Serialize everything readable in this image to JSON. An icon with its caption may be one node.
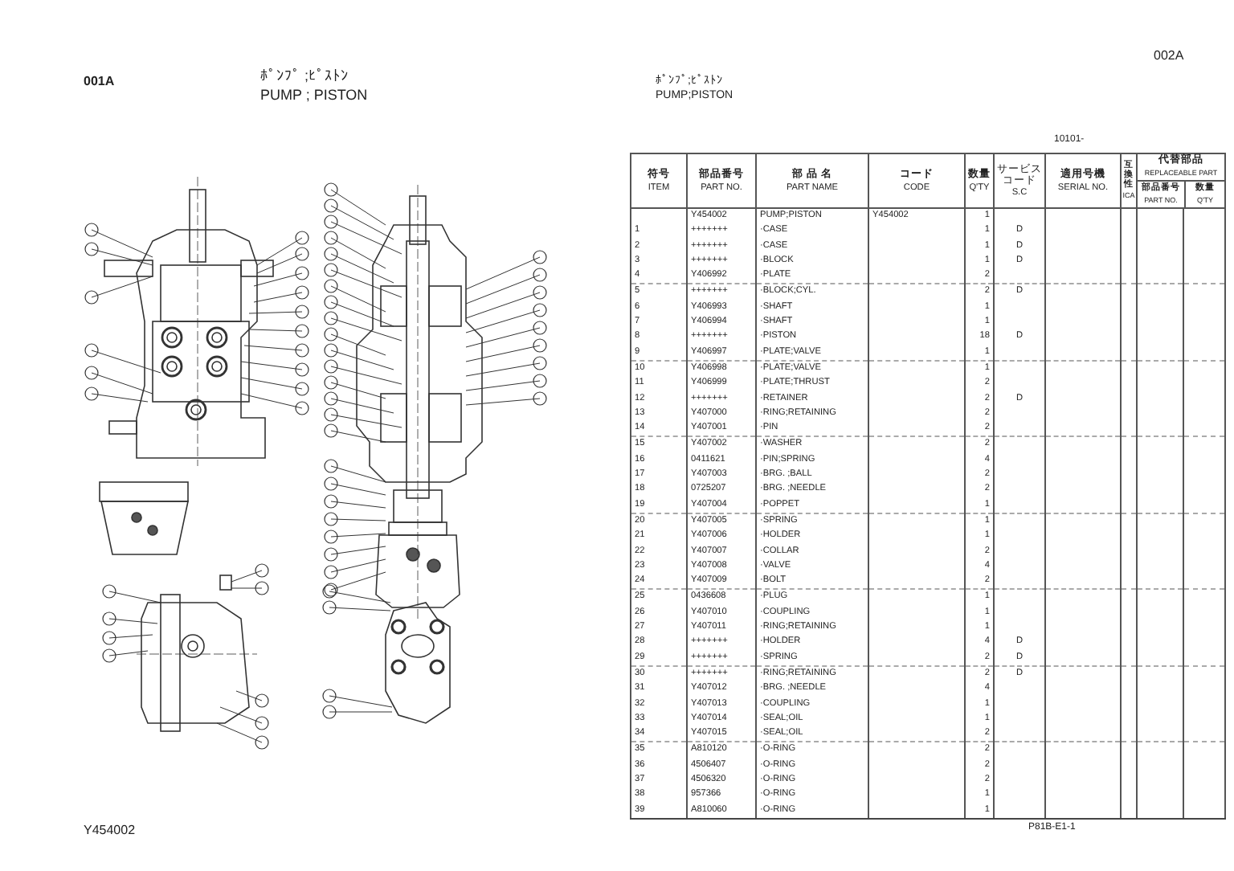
{
  "diagram": {
    "labels": [
      "002A",
      "001A",
      "ﾎﾟﾝﾌﾟ ;ﾋﾟｽﾄﾝ",
      "PUMP ; PISTON",
      "ﾎﾟﾝﾌﾟ;ﾋﾟｽﾄﾝ",
      "PUMP;PISTON",
      "10101-",
      "符号",
      "ITEM",
      "部品番号",
      "PART NO.",
      "部 品 名",
      "PART NAME",
      "コード",
      "CODE",
      "数量",
      "Q'TY",
      "サービスコード",
      "S.C",
      "適用号機",
      "SERIAL NO.",
      "互換性",
      "ICA",
      "代替部品",
      "REPLACEABLE PART",
      "部品番号",
      "PART NO.",
      "数量",
      "Q'TY",
      "Y454002",
      "PUMP;PISTON",
      "Y454002",
      "1",
      "1",
      "+++++++",
      "·CASE",
      "1",
      "D",
      "2",
      "+++++++",
      "·CASE",
      "1",
      "D",
      "3",
      "+++++++",
      "·BLOCK",
      "1",
      "D",
      "4",
      "Y406992",
      "·PLATE",
      "2",
      "5",
      "+++++++",
      "·BLOCK;CYL.",
      "2",
      "D",
      "6",
      "Y406993",
      "·SHAFT",
      "1",
      "7",
      "Y406994",
      "·SHAFT",
      "1",
      "8",
      "+++++++",
      "·PISTON",
      "18",
      "D",
      "9",
      "Y406997",
      "·PLATE;VALVE",
      "1",
      "10",
      "Y406998",
      "·PLATE;VALVE",
      "1",
      "11",
      "Y406999",
      "·PLATE;THRUST",
      "2",
      "12",
      "+++++++",
      "·RETAINER",
      "2",
      "D",
      "13",
      "Y407000",
      "·RING;RETAINING",
      "2",
      "14",
      "Y407001",
      "·PIN",
      "2",
      "15",
      "Y407002",
      "·WASHER",
      "2",
      "16",
      "0411621",
      "·PIN;SPRING",
      "4",
      "17",
      "Y407003",
      "·BRG. ;BALL",
      "2",
      "18",
      "0725207",
      "·BRG. ;NEEDLE",
      "2",
      "19",
      "Y407004",
      "·POPPET",
      "1",
      "20",
      "Y407005",
      "·SPRING",
      "1",
      "21",
      "Y407006",
      "·HOLDER",
      "1",
      "22",
      "Y407007",
      "·COLLAR",
      "2",
      "23",
      "Y407008",
      "·VALVE",
      "4",
      "24",
      "Y407009",
      "·BOLT",
      "2",
      "25",
      "0436608",
      "·PLUG",
      "1",
      "26",
      "Y407010",
      "·COUPLING",
      "1",
      "27",
      "Y407011",
      "·RING;RETAINING",
      "1",
      "28",
      "+++++++",
      "·HOLDER",
      "4",
      "D",
      "29",
      "+++++++",
      "·SPRING",
      "2",
      "D",
      "30",
      "+++++++",
      "·RING;RETAINING",
      "2",
      "D",
      "31",
      "Y407012",
      "·BRG. ;NEEDLE",
      "4",
      "32",
      "Y407013",
      "·COUPLING",
      "1",
      "33",
      "Y407014",
      "·SEAL;OIL",
      "1",
      "34",
      "Y407015",
      "·SEAL;OIL",
      "2",
      "35",
      "A810120",
      "·O-RING",
      "2",
      "36",
      "4506407",
      "·O-RING",
      "2",
      "37",
      "4506320",
      "·O-RING",
      "2",
      "38",
      "957366",
      "·O-RING",
      "1",
      "39",
      "A810060",
      "·O-RING",
      "1",
      "Y454002",
      "P81B-E1-1"
    ]
  }
}
